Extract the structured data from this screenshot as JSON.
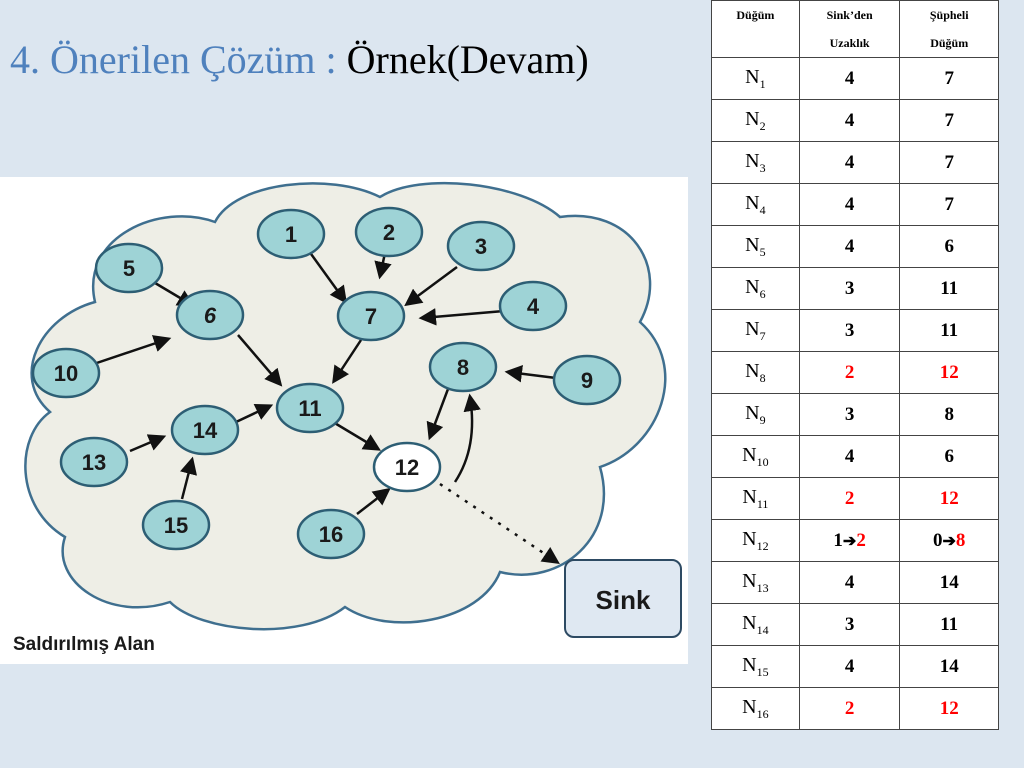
{
  "title": {
    "part1": "4. Önerilen Çözüm : ",
    "part2": "Örnek(Devam)"
  },
  "diagram": {
    "area_label": "Saldırılmış Alan",
    "sink_label": "Sink",
    "nodes": [
      "1",
      "2",
      "3",
      "4",
      "5",
      "6",
      "7",
      "8",
      "9",
      "10",
      "11",
      "12",
      "13",
      "14",
      "15",
      "16"
    ]
  },
  "table": {
    "headers": [
      [
        "Düğüm"
      ],
      [
        "Sink’den",
        "Uzaklık"
      ],
      [
        "Şüpheli",
        "Düğüm"
      ]
    ],
    "rows": [
      {
        "node": "N",
        "sub": "1",
        "dist": "4",
        "susp": "7"
      },
      {
        "node": "N",
        "sub": "2",
        "dist": "4",
        "susp": "7"
      },
      {
        "node": "N",
        "sub": "3",
        "dist": "4",
        "susp": "7"
      },
      {
        "node": "N",
        "sub": "4",
        "dist": "4",
        "susp": "7"
      },
      {
        "node": "N",
        "sub": "5",
        "dist": "4",
        "susp": "6"
      },
      {
        "node": "N",
        "sub": "6",
        "dist": "3",
        "susp": "11"
      },
      {
        "node": "N",
        "sub": "7",
        "dist": "3",
        "susp": "11"
      },
      {
        "node": "N",
        "sub": "8",
        "dist": "2",
        "susp": "12",
        "highlight": true
      },
      {
        "node": "N",
        "sub": "9",
        "dist": "3",
        "susp": "8"
      },
      {
        "node": "N",
        "sub": "10",
        "dist": "4",
        "susp": "6"
      },
      {
        "node": "N",
        "sub": "11",
        "dist": "2",
        "susp": "12",
        "highlight": true
      },
      {
        "node": "N",
        "sub": "12",
        "dist_from": "1",
        "dist_to": "2",
        "susp_from": "0",
        "susp_to": "8",
        "change": true
      },
      {
        "node": "N",
        "sub": "13",
        "dist": "4",
        "susp": "14"
      },
      {
        "node": "N",
        "sub": "14",
        "dist": "3",
        "susp": "11"
      },
      {
        "node": "N",
        "sub": "15",
        "dist": "4",
        "susp": "14"
      },
      {
        "node": "N",
        "sub": "16",
        "dist": "2",
        "susp": "12",
        "highlight": true
      }
    ]
  },
  "colors": {
    "title_blue": "#4f81bd",
    "highlight_red": "#ff0000",
    "node_fill": "#9ed3d6",
    "cloud_fill": "#eeeee6",
    "cloud_stroke": "#3f6f8f",
    "sink_fill": "#dfe8f2"
  }
}
